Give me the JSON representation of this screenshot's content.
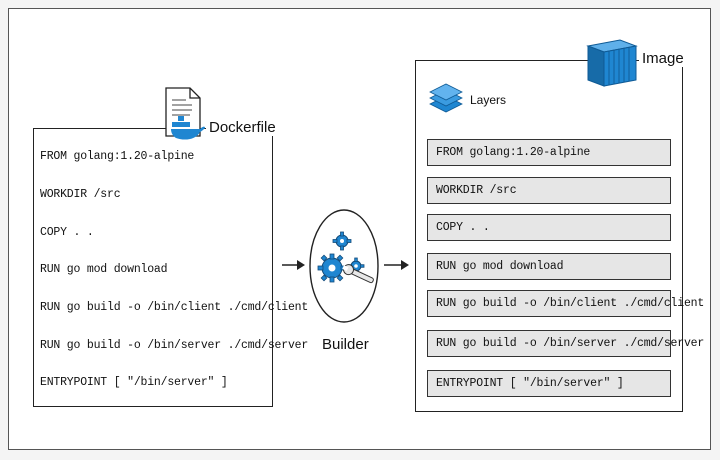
{
  "dockerfile": {
    "title": "Dockerfile",
    "lines": [
      "FROM golang:1.20-alpine",
      "WORKDIR /src",
      "COPY . .",
      "RUN go mod download",
      "RUN go build -o /bin/client ./cmd/client",
      "RUN go build -o /bin/server ./cmd/server",
      "ENTRYPOINT [ \"/bin/server\" ]"
    ]
  },
  "builder": {
    "label": "Builder"
  },
  "image": {
    "title": "Image",
    "layers_label": "Layers",
    "layers": [
      "FROM golang:1.20-alpine",
      "WORKDIR /src",
      "COPY . .",
      "RUN go mod download",
      "RUN go build -o /bin/client ./cmd/client",
      "RUN go build -o /bin/server ./cmd/server",
      "ENTRYPOINT [ \"/bin/server\" ]"
    ]
  },
  "colors": {
    "accent_blue": "#1f86d1",
    "layer_fill": "#e6e6e6"
  },
  "icons": [
    "document-icon",
    "docker-whale-icon",
    "gears-icon",
    "layers-icon",
    "container-icon",
    "arrow-right-icon"
  ]
}
